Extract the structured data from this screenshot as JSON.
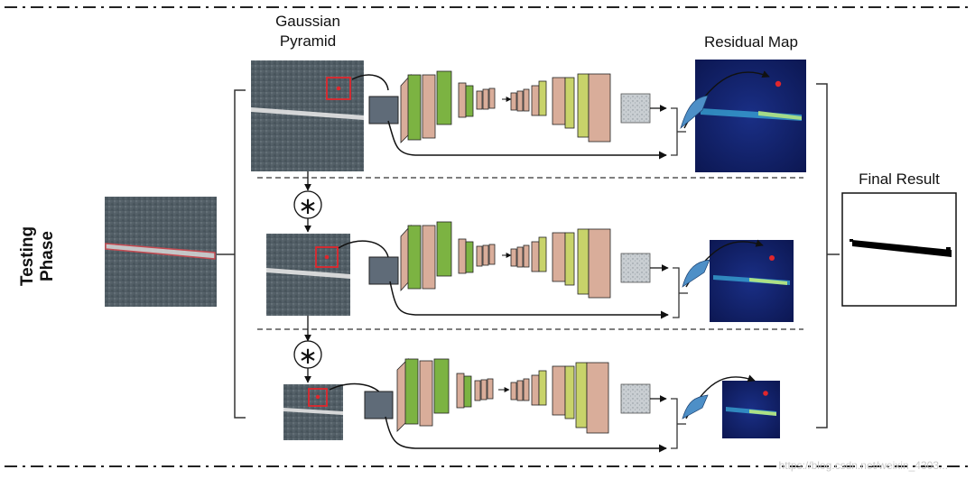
{
  "labels": {
    "gaussian_pyramid": [
      "Gaussian",
      "Pyramid"
    ],
    "residual_map": "Residual Map",
    "final_result": "Final Result",
    "testing_phase": "Testing Phase",
    "convolution_symbol": "∗"
  },
  "watermark": "https://blog.csdn.net/weixin_4303..."
}
